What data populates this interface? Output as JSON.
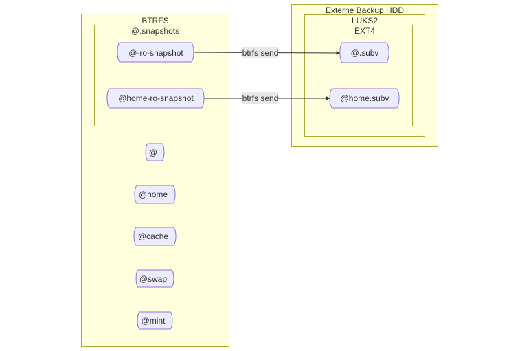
{
  "clusters": {
    "btrfs": "BTRFS",
    "snapshots": "@.snapshots",
    "backup": "Externe Backup HDD",
    "luks": "LUKS2",
    "ext4": "EXT4"
  },
  "nodes": {
    "ro_snapshot": "@-ro-snapshot",
    "home_ro_snapshot": "@home-ro-snapshot",
    "root": "@",
    "home": "@home",
    "cache": "@cache",
    "swap": "@swap",
    "mint": "@mint",
    "subv": "@.subv",
    "home_subv": "@home.subv"
  },
  "edges": {
    "send1": "btrfs send",
    "send2": "btrfs send"
  }
}
